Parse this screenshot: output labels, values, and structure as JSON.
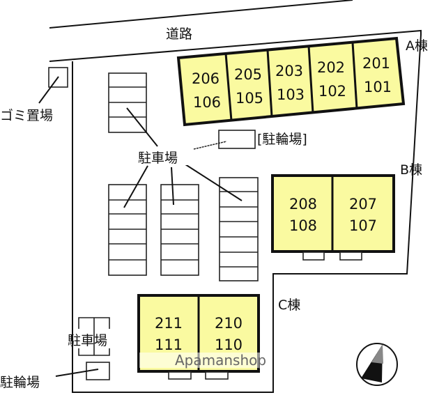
{
  "road_label": "道路",
  "garbage_label": "ゴミ置場",
  "parking_label": "駐車場",
  "bike_label_top": "[駐輪場]",
  "parking_label_bottom": "駐車場",
  "bike_label_bottom": "駐輪場",
  "watermark": "Apamanshop",
  "buildings": {
    "a": {
      "label": "A棟",
      "units": [
        {
          "upper": "206",
          "lower": "106"
        },
        {
          "upper": "205",
          "lower": "105"
        },
        {
          "upper": "203",
          "lower": "103"
        },
        {
          "upper": "202",
          "lower": "102"
        },
        {
          "upper": "201",
          "lower": "101"
        }
      ]
    },
    "b": {
      "label": "B棟",
      "units": [
        {
          "upper": "208",
          "lower": "108"
        },
        {
          "upper": "207",
          "lower": "107"
        }
      ]
    },
    "c": {
      "label": "C棟",
      "units": [
        {
          "upper": "211",
          "lower": "111"
        },
        {
          "upper": "210",
          "lower": "110"
        }
      ]
    }
  },
  "colors": {
    "building_fill": "#fafaa0"
  }
}
